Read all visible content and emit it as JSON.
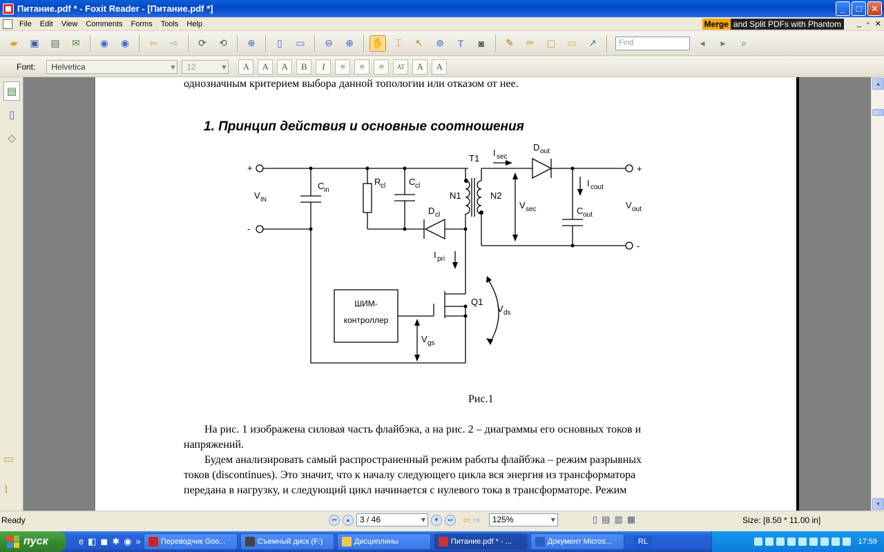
{
  "window": {
    "title": "Питание.pdf * - Foxit Reader - [Питание.pdf *]",
    "buttons": {
      "minimize": "_",
      "maximize": "□",
      "close": "✕"
    }
  },
  "menu": {
    "items": [
      "File",
      "Edit",
      "View",
      "Comments",
      "Forms",
      "Tools",
      "Help"
    ],
    "promo_merge": "Merge",
    "promo_text": "and Split PDFs with Phantom",
    "mdi": {
      "minimize": "_",
      "restore": "▫",
      "close": "✕"
    }
  },
  "toolbar": {
    "find_placeholder": "Find"
  },
  "format_bar": {
    "font_label": "Font:",
    "font_value": "Helvetica",
    "size_value": "12",
    "buttons": [
      "A",
      "A",
      "A",
      "B",
      "I",
      "≡",
      "≡",
      "≡",
      "AT",
      "A",
      "A"
    ]
  },
  "document": {
    "top_line": "однозначным критерием выбора данной топологии или отказом от нее.",
    "heading": "1.  Принцип действия и основные соотношения",
    "caption": "Рис.1",
    "para1_line1": "На рис. 1 изображена силовая часть флайбэка, а на рис. 2 – диаграммы его основных токов и",
    "para1_line2": "напряжений.",
    "para2_line1": "Будем анализировать самый распространенный режим работы флайбэка – режим разрывных",
    "para2_line2": "токов (discontinues). Это значит, что к началу следующего цикла вся энергия из трансформатора",
    "para2_line3": "передана в нагрузку, и следующий цикл начинается с нулевого тока в трансформаторе. Режим"
  },
  "circuit": {
    "plus_left": "+",
    "minus_left": "-",
    "vin": "V",
    "vin_sub": "IN",
    "cin": "C",
    "cin_sub": "in",
    "rcl": "R",
    "rcl_sub": "cl",
    "ccl": "C",
    "ccl_sub": "cl",
    "dcl": "D",
    "dcl_sub": "cl",
    "t1": "T1",
    "n1": "N1",
    "n2": "N2",
    "isec": "I",
    "isec_sub": "sec",
    "dout": "D",
    "dout_sub": "out",
    "icout": "I",
    "icout_sub": "cout",
    "vsec": "V",
    "vsec_sub": "sec",
    "cout": "C",
    "cout_sub": "out",
    "vout": "V",
    "vout_sub": "out",
    "plus_right": "+",
    "minus_right": "-",
    "ipri": "I",
    "ipri_sub": "pri",
    "pwm_line1": "ШИМ-",
    "pwm_line2": "контроллер",
    "q1": "Q1",
    "vds": "V",
    "vds_sub": "ds",
    "vgs": "V",
    "vgs_sub": "gs"
  },
  "status": {
    "ready": "Ready",
    "page": "3 / 46",
    "zoom": "125%",
    "size": "Size: [8.50 * 11.00 in]"
  },
  "taskbar": {
    "start": "пуск",
    "tasks": [
      {
        "label": "Переводчик Goo...",
        "color": "#d32020"
      },
      {
        "label": "Съемный диск (F:)",
        "color": "#444"
      },
      {
        "label": "Дисциплины",
        "color": "#f2c94c"
      },
      {
        "label": "Питание.pdf * - ...",
        "color": "#c33"
      },
      {
        "label": "Документ Micros...",
        "color": "#2b5fbf"
      }
    ],
    "lang": "RL",
    "clock": "17:59"
  }
}
